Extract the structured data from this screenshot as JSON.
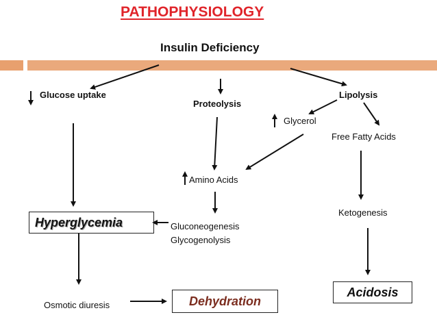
{
  "slide": {
    "title": "PATHOPHYSIOLOGY",
    "subtitle": "Insulin Deficiency",
    "accent_color": "#e0242a",
    "decor_bar_color": "#e8a06e"
  },
  "nodes": {
    "glucose_uptake": "Glucose uptake",
    "proteolysis": "Proteolysis",
    "lipolysis": "Lipolysis",
    "glycerol": "Glycerol",
    "free_fatty_acids": "Free Fatty Acids",
    "amino_acids": "Amino Acids",
    "ketogenesis": "Ketogenesis",
    "hyperglycemia": "Hyperglycemia",
    "gluconeogenesis": "Gluconeogenesis",
    "glycogenolysis": "Glycogenolysis",
    "osmotic_diuresis": "Osmotic diuresis",
    "dehydration": "Dehydration",
    "acidosis": "Acidosis"
  },
  "indicators": {
    "glucose_uptake": "decrease",
    "glycerol": "increase",
    "amino_acids": "increase"
  }
}
